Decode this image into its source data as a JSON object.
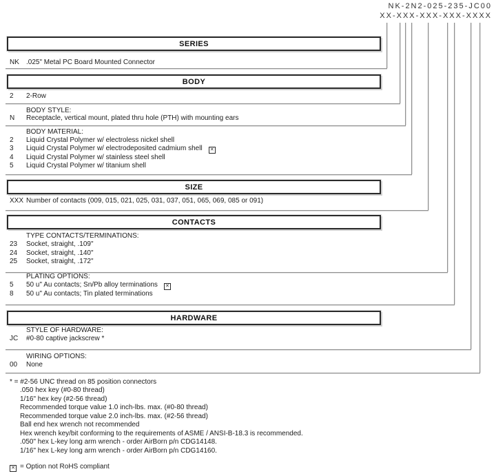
{
  "part_number": {
    "line1": "NK-2N2-025-235-JC00",
    "line2": "XX-XXX-XXX-XXX-XXXX"
  },
  "sections": [
    {
      "header": "SERIES",
      "groups": [
        {
          "label": "",
          "rows": [
            {
              "code": "NK",
              "desc": ".025\" Metal PC Board Mounted Connector"
            }
          ]
        }
      ]
    },
    {
      "header": "BODY",
      "groups": [
        {
          "label": "",
          "rows": [
            {
              "code": "2",
              "desc": "2-Row"
            }
          ]
        },
        {
          "label": "BODY STYLE:",
          "rows": [
            {
              "code": "N",
              "desc": "Receptacle, vertical mount, plated thru hole (PTH) with mounting ears"
            }
          ]
        },
        {
          "label": "BODY MATERIAL:",
          "rows": [
            {
              "code": "2",
              "desc": "Liquid Crystal Polymer w/ electroless nickel shell"
            },
            {
              "code": "3",
              "desc": "Liquid Crystal Polymer w/ electrodeposited cadmium shell",
              "not_rohs": true
            },
            {
              "code": "4",
              "desc": "Liquid Crystal Polymer w/ stainless steel shell"
            },
            {
              "code": "5",
              "desc": "Liquid Crystal Polymer w/ titanium shell"
            }
          ]
        }
      ]
    },
    {
      "header": "SIZE",
      "groups": [
        {
          "label": "",
          "rows": [
            {
              "code": "XXX",
              "desc": "Number of contacts (009, 015, 021, 025, 031, 037, 051, 065, 069, 085 or 091)"
            }
          ]
        }
      ]
    },
    {
      "header": "CONTACTS",
      "groups": [
        {
          "label": "TYPE CONTACTS/TERMINATIONS:",
          "rows": [
            {
              "code": "23",
              "desc": "Socket, straight, .109\""
            },
            {
              "code": "24",
              "desc": "Socket, straight, .140\""
            },
            {
              "code": "25",
              "desc": "Socket, straight, .172\""
            }
          ]
        },
        {
          "label": "PLATING OPTIONS:",
          "rows": [
            {
              "code": "5",
              "desc": "50 u\" Au contacts; Sn/Pb alloy terminations",
              "not_rohs": true
            },
            {
              "code": "8",
              "desc": "50 u\" Au contacts; Tin plated terminations"
            }
          ]
        }
      ]
    },
    {
      "header": "HARDWARE",
      "groups": [
        {
          "label": "STYLE OF HARDWARE:",
          "rows": [
            {
              "code": "JC",
              "desc": "#0-80 captive jackscrew *"
            }
          ]
        },
        {
          "label": "WIRING OPTIONS:",
          "rows": [
            {
              "code": "00",
              "desc": "None"
            }
          ]
        }
      ]
    }
  ],
  "footnotes": [
    "* = #2-56 UNC thread on 85 position connectors",
    ".050 hex key (#0-80 thread)",
    "1/16\" hex key (#2-56 thread)",
    "Recommended torque value 1.0 inch-lbs. max. (#0-80 thread)",
    "Recommended torque value 2.0 inch-lbs. max. (#2-56 thread)",
    "Ball end hex wrench not recommended",
    "Hex wrench key/bit conforming to the requirements of ASME / ANSI-B-18.3 is recommended.",
    ".050\" hex L-key long arm wrench - order AirBorn p/n CDG14148.",
    "1/16\" hex L-key long arm wrench - order AirBorn p/n CDG14160."
  ],
  "rohs_note": {
    "icon": "x-box-icon",
    "text": "= Option not RoHS compliant"
  },
  "colors": {
    "background": "#ffffff",
    "text": "#1c1c1c",
    "connector_line": "#8f8f8f",
    "connector_line_shadow": "#dcdcdc",
    "header_border": "#2a2a2a"
  }
}
